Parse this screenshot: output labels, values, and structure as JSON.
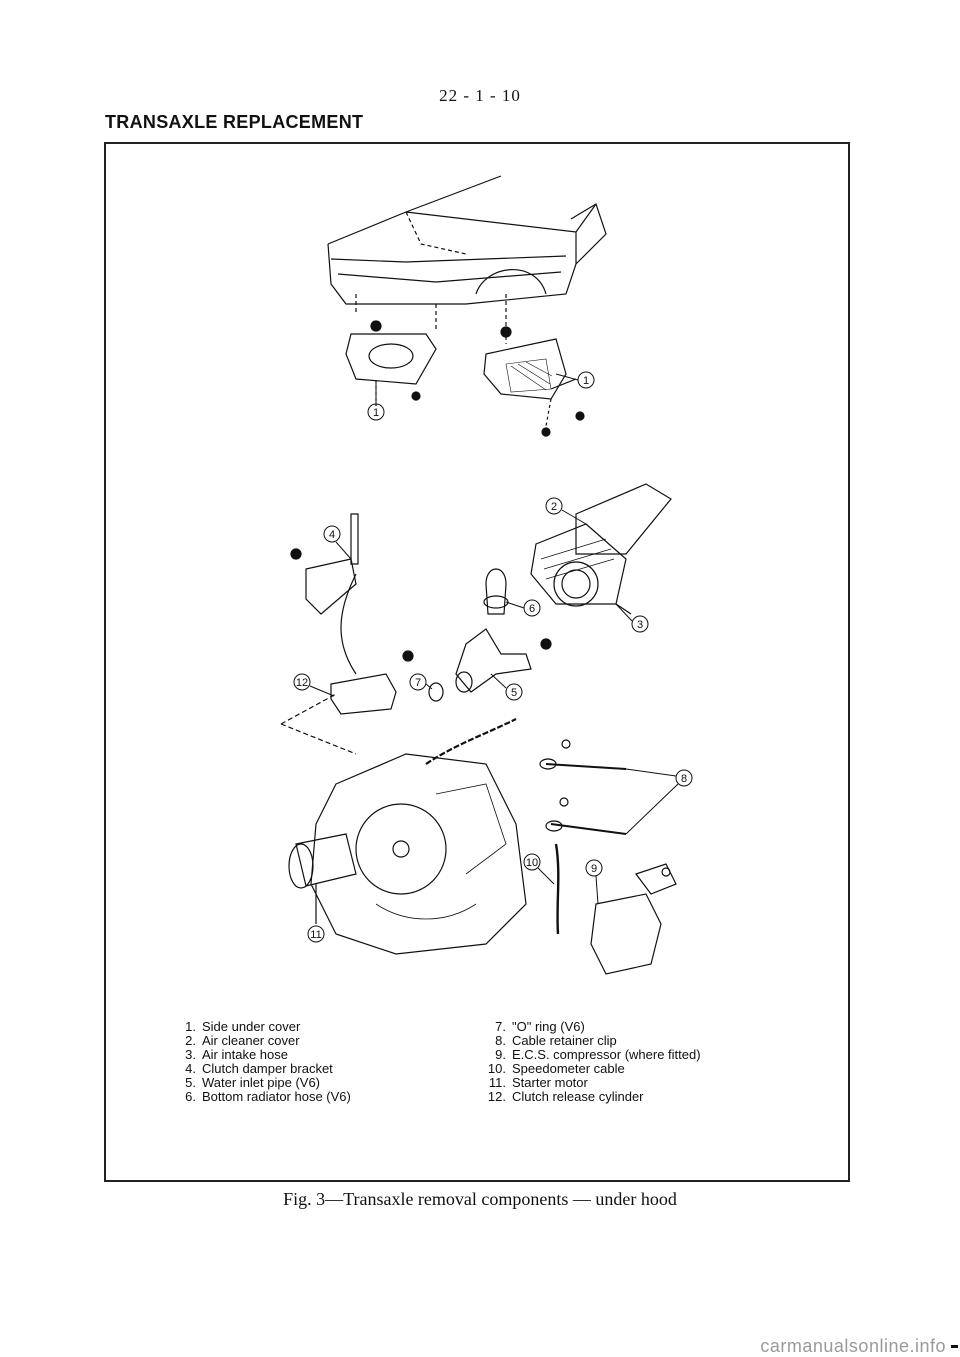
{
  "header": {
    "page_number": "22 - 1 - 10",
    "section_title": "TRANSAXLE REPLACEMENT"
  },
  "figure": {
    "callouts": [
      "1",
      "1",
      "2",
      "3",
      "4",
      "5",
      "6",
      "7",
      "8",
      "9",
      "10",
      "11",
      "12"
    ],
    "legend": [
      {
        "num": "1.",
        "text": "Side under cover"
      },
      {
        "num": "2.",
        "text": "Air cleaner cover"
      },
      {
        "num": "3.",
        "text": "Air intake hose"
      },
      {
        "num": "4.",
        "text": "Clutch damper bracket"
      },
      {
        "num": "5.",
        "text": "Water inlet pipe (V6)"
      },
      {
        "num": "6.",
        "text": "Bottom radiator hose (V6)"
      },
      {
        "num": "7.",
        "text": "\"O\" ring (V6)"
      },
      {
        "num": "8.",
        "text": "Cable retainer clip"
      },
      {
        "num": "9.",
        "text": "E.C.S. compressor (where fitted)"
      },
      {
        "num": "10.",
        "text": "Speedometer cable"
      },
      {
        "num": "11.",
        "text": "Starter motor"
      },
      {
        "num": "12.",
        "text": "Clutch release cylinder"
      }
    ],
    "caption": "Fig. 3—Transaxle removal components — under hood"
  },
  "watermark": "carmanualsonline.info"
}
